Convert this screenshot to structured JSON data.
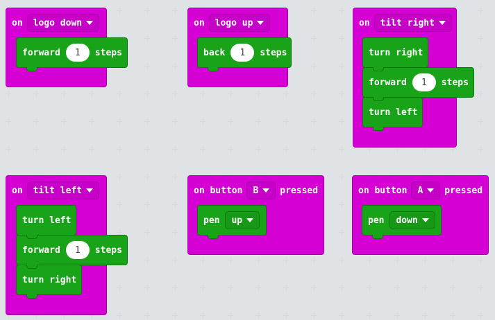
{
  "blocks": [
    {
      "id": "logo-down",
      "hat": {
        "prefix": "on",
        "dropdown": "logo down",
        "suffix": ""
      },
      "body": [
        {
          "kind": "move",
          "label": "forward",
          "value": "1",
          "unit": "steps"
        }
      ]
    },
    {
      "id": "logo-up",
      "hat": {
        "prefix": "on",
        "dropdown": "logo up",
        "suffix": ""
      },
      "body": [
        {
          "kind": "move",
          "label": "back",
          "value": "1",
          "unit": "steps"
        }
      ]
    },
    {
      "id": "tilt-right",
      "hat": {
        "prefix": "on",
        "dropdown": "tilt right",
        "suffix": ""
      },
      "body": [
        {
          "kind": "turn",
          "label": "turn right"
        },
        {
          "kind": "move",
          "label": "forward",
          "value": "1",
          "unit": "steps"
        },
        {
          "kind": "turn",
          "label": "turn left"
        }
      ]
    },
    {
      "id": "tilt-left",
      "hat": {
        "prefix": "on",
        "dropdown": "tilt left",
        "suffix": ""
      },
      "body": [
        {
          "kind": "turn",
          "label": "turn left"
        },
        {
          "kind": "move",
          "label": "forward",
          "value": "1",
          "unit": "steps"
        },
        {
          "kind": "turn",
          "label": "turn right"
        }
      ]
    },
    {
      "id": "button-b",
      "hat": {
        "prefix": "on button",
        "dropdown": "B",
        "suffix": "pressed"
      },
      "body": [
        {
          "kind": "pen",
          "label": "pen",
          "dropdown": "up"
        }
      ]
    },
    {
      "id": "button-a",
      "hat": {
        "prefix": "on button",
        "dropdown": "A",
        "suffix": "pressed"
      },
      "body": [
        {
          "kind": "pen",
          "label": "pen",
          "dropdown": "down"
        }
      ]
    }
  ],
  "colors": {
    "event": "#d400d4",
    "statement": "#19a319",
    "workspace": "#ecf0f1"
  }
}
